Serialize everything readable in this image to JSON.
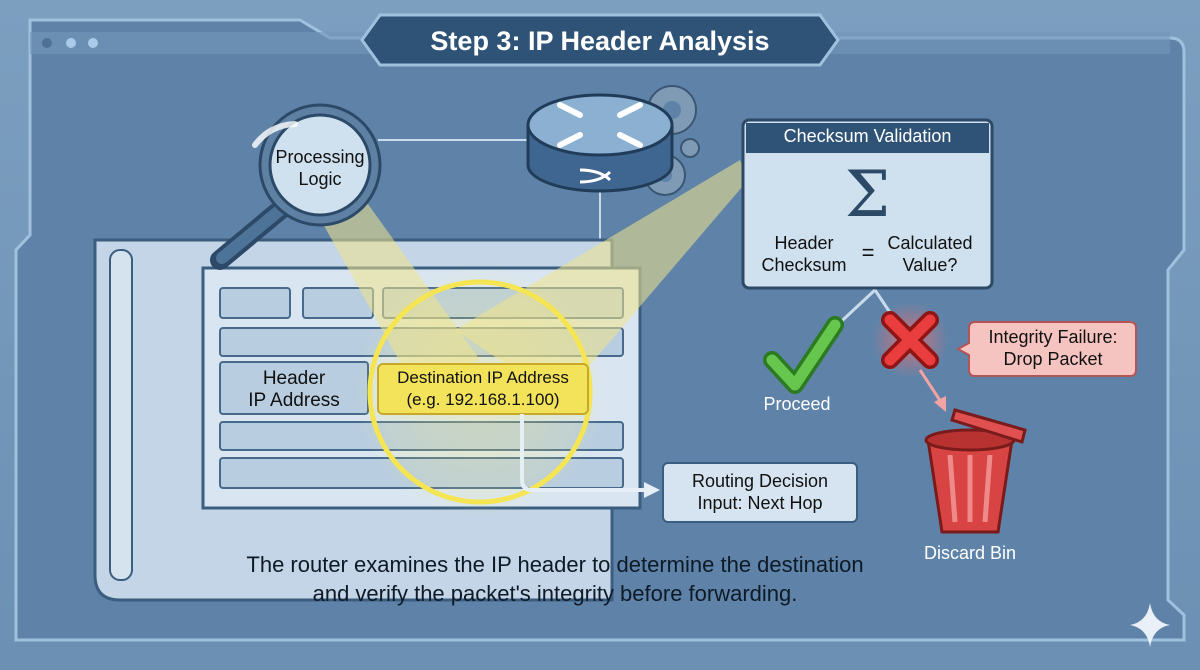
{
  "title": "Step 3: IP Header Analysis",
  "magnifier": {
    "label_line1": "Processing",
    "label_line2": "Logic",
    "icon": "magnifier-icon"
  },
  "router": {
    "icon": "router-icon"
  },
  "header_table": {
    "left_label_line1": "Header",
    "left_label_line2": "IP Address",
    "highlight_line1": "Destination IP Address",
    "highlight_line2": "(e.g. 192.168.1.100)"
  },
  "checksum": {
    "title": "Checksum Validation",
    "symbol": "Σ",
    "left_line1": "Header",
    "left_line2": "Checksum",
    "equals": "=",
    "right_line1": "Calculated",
    "right_line2": "Value?"
  },
  "proceed": {
    "label": "Proceed",
    "icon": "checkmark-icon"
  },
  "failure": {
    "line1": "Integrity Failure:",
    "line2": "Drop Packet",
    "icon": "x-mark-icon"
  },
  "discard": {
    "label": "Discard Bin",
    "icon": "trash-can-icon"
  },
  "routing": {
    "line1": "Routing Decision",
    "line2": "Input: Next Hop"
  },
  "caption": {
    "line1": "The router examines the IP header to determine the destination",
    "line2": "and verify the packet's integrity before forwarding."
  },
  "colors": {
    "highlight": "#f3e35a",
    "success": "#4cae3a",
    "danger": "#e0393a",
    "panel": "#2f5377"
  }
}
